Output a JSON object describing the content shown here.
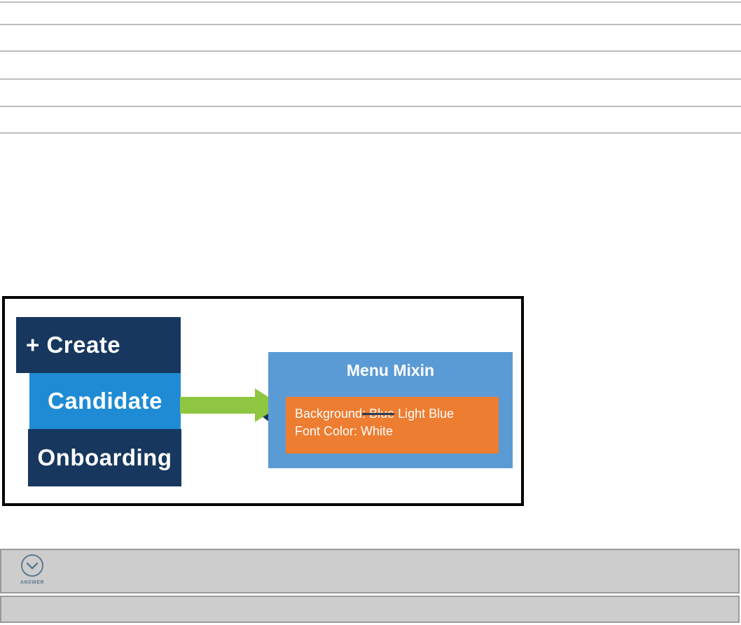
{
  "colors": {
    "navy": "#17375E",
    "bright-blue": "#1E8BD4",
    "card-blue": "#5B9BD5",
    "orange": "#ED7D31",
    "arrow-green": "#8EC641",
    "line-gray": "#BEBEBE",
    "bar-fill": "#CDCDCD",
    "bar-border": "#9A9A9A",
    "icon-slate": "#5D7A8C"
  },
  "question_area": {
    "ruled_line_count": 6
  },
  "diagram": {
    "menu_stack": {
      "create": "+ Create",
      "candidate": "Candidate",
      "onboarding": "Onboarding"
    },
    "mixin_card": {
      "title": "Menu Mixin",
      "background_prefix": "Background",
      "background_struck": ": Blue",
      "background_new": "Light Blue",
      "font_color_line": "Font Color: White"
    }
  },
  "answer_panel": {
    "reveal_label": "ANSWER"
  }
}
